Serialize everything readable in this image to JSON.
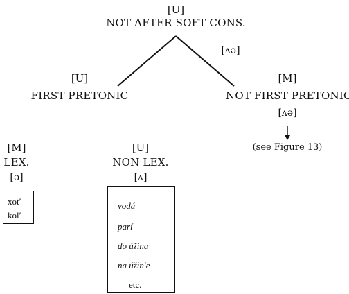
{
  "root": {
    "mark": "[U]",
    "label": "NOT AFTER SOFT CONS."
  },
  "edge_right_label": "[ʌə]",
  "left_node": {
    "mark": "[U]",
    "label": "FIRST PRETONIC"
  },
  "right_node": {
    "mark": "[M]",
    "label": "NOT FIRST PRETONIC",
    "formula": "[ʌə]",
    "reference": "(see Figure 13)"
  },
  "lex_node": {
    "mark": "[M]",
    "label": "LEX.",
    "formula": "[ə]",
    "examples": [
      "xot′",
      "kol′"
    ]
  },
  "nonlex_node": {
    "mark": "[U]",
    "label": "NON LEX.",
    "formula": "[ʌ]",
    "examples": [
      "vodá",
      "parí",
      "do úžina",
      "na úžinʹe",
      "etc."
    ]
  }
}
